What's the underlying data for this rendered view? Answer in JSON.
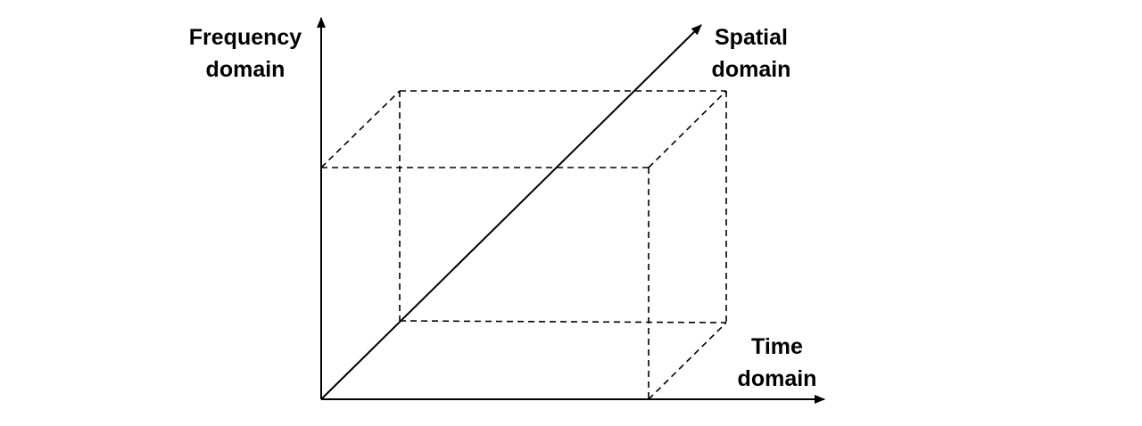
{
  "labels": {
    "frequency": {
      "line1": "Frequency",
      "line2": "domain"
    },
    "spatial": {
      "line1": "Spatial",
      "line2": "domain"
    },
    "time": {
      "line1": "Time",
      "line2": "domain"
    }
  },
  "colors": {
    "stroke": "#000000",
    "background": "#ffffff"
  }
}
